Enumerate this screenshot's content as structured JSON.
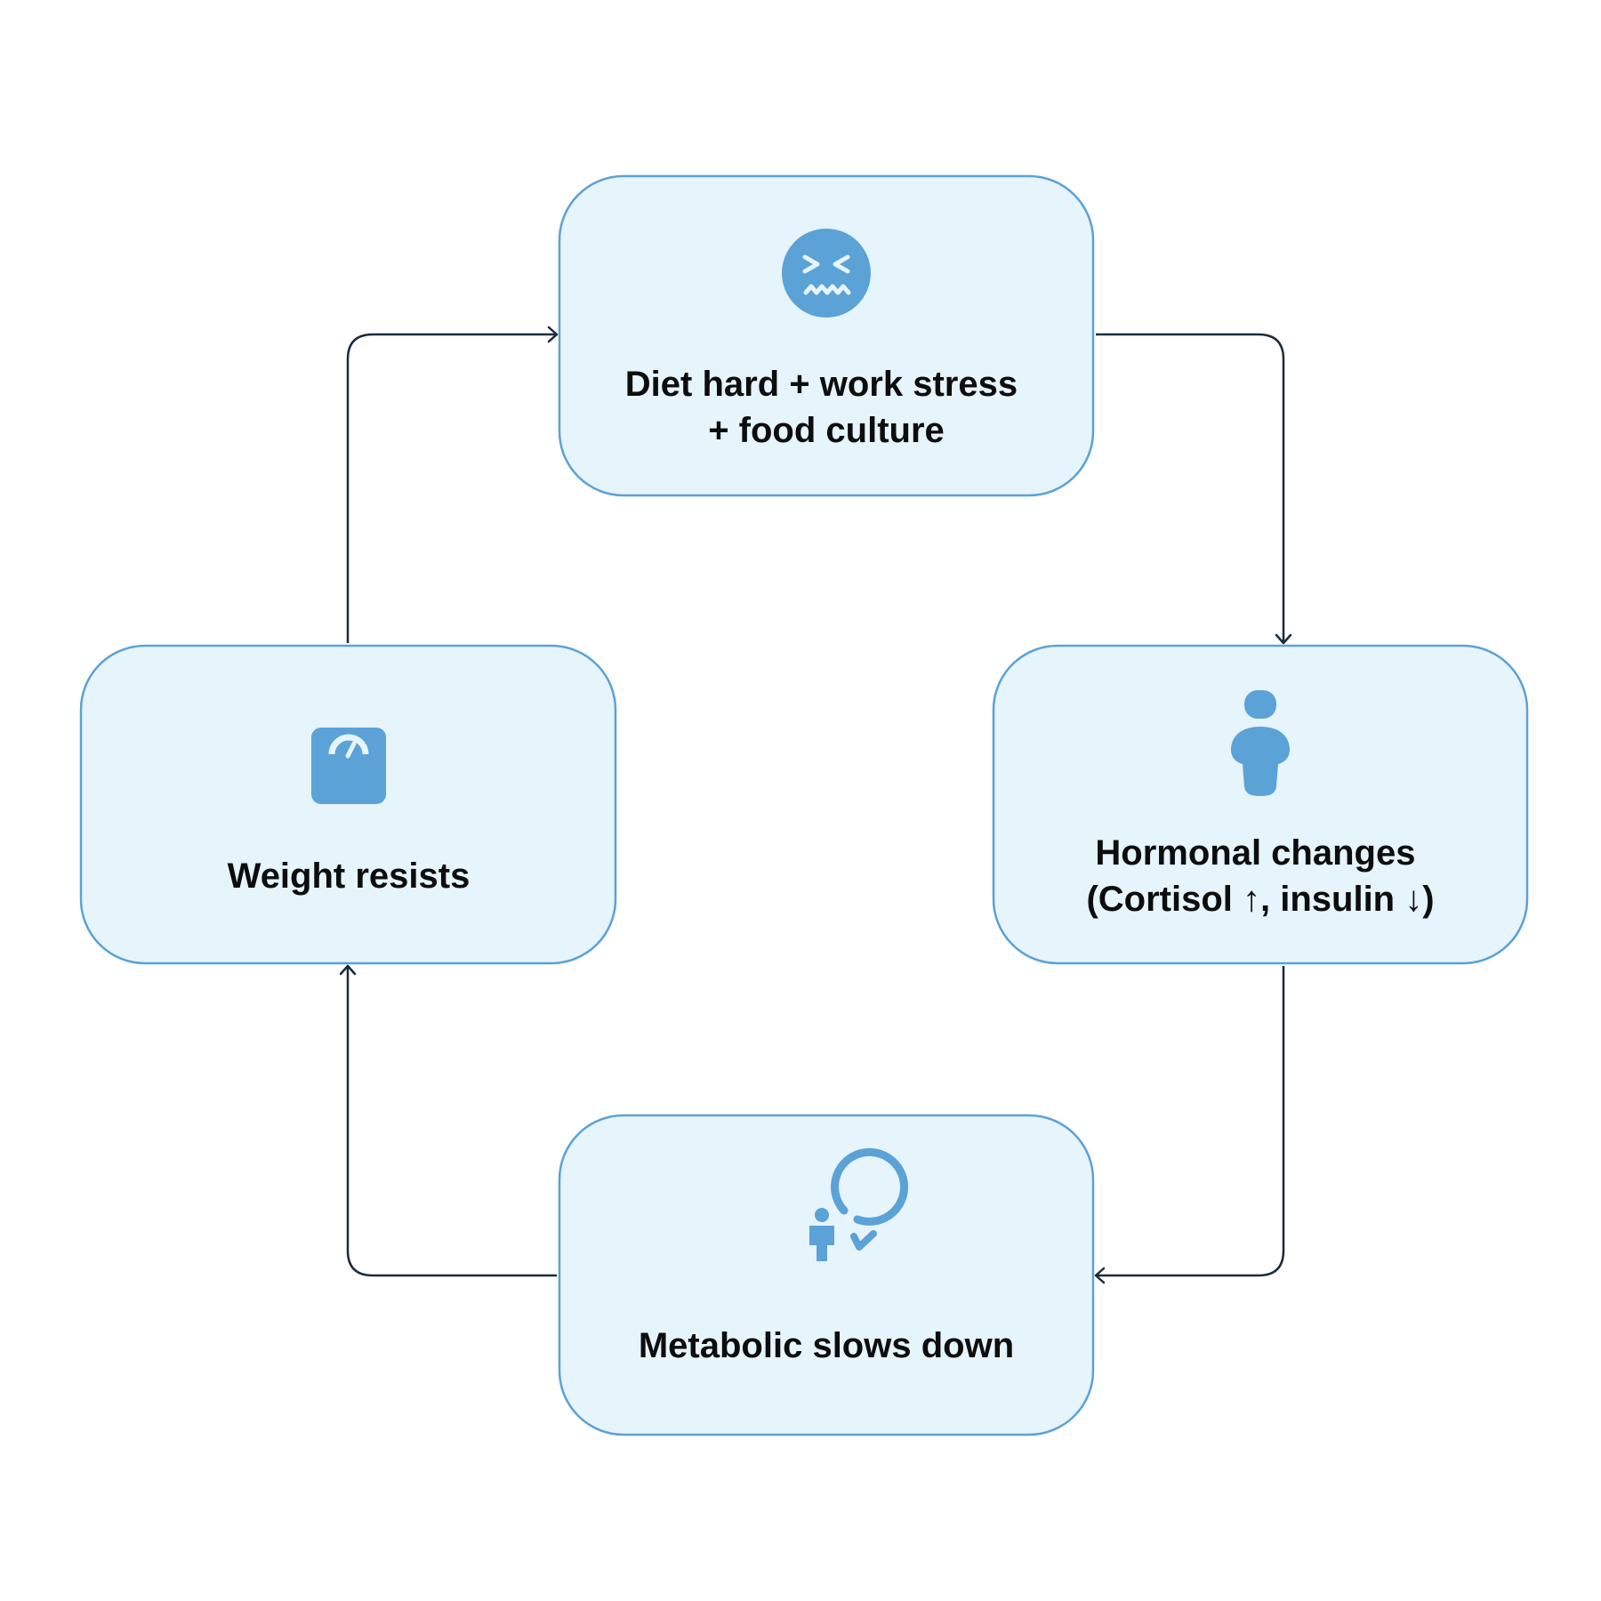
{
  "diagram": {
    "type": "cycle",
    "nodes": [
      {
        "id": "stress",
        "icon": "confounded-face-icon",
        "label_lines": [
          "Diet hard + work stress",
          "+ food culture"
        ]
      },
      {
        "id": "hormones",
        "icon": "person-body-icon",
        "label_lines": [
          "Hormonal changes",
          "(Cortisol ↑, insulin ↓)"
        ]
      },
      {
        "id": "metabolism",
        "icon": "person-cycle-icon",
        "label_lines": [
          "Metabolic slows down"
        ]
      },
      {
        "id": "weight",
        "icon": "weight-scale-icon",
        "label_lines": [
          "Weight resists"
        ]
      }
    ],
    "edges": [
      {
        "from": "stress",
        "to": "hormones"
      },
      {
        "from": "hormones",
        "to": "metabolism"
      },
      {
        "from": "metabolism",
        "to": "weight"
      },
      {
        "from": "weight",
        "to": "stress"
      }
    ],
    "colors": {
      "node_fill": "#e6f4fc",
      "node_border": "#5ba2d6",
      "icon": "#5ba2d6",
      "edge": "#1a2b3c",
      "text": "#0d0d0d"
    }
  }
}
